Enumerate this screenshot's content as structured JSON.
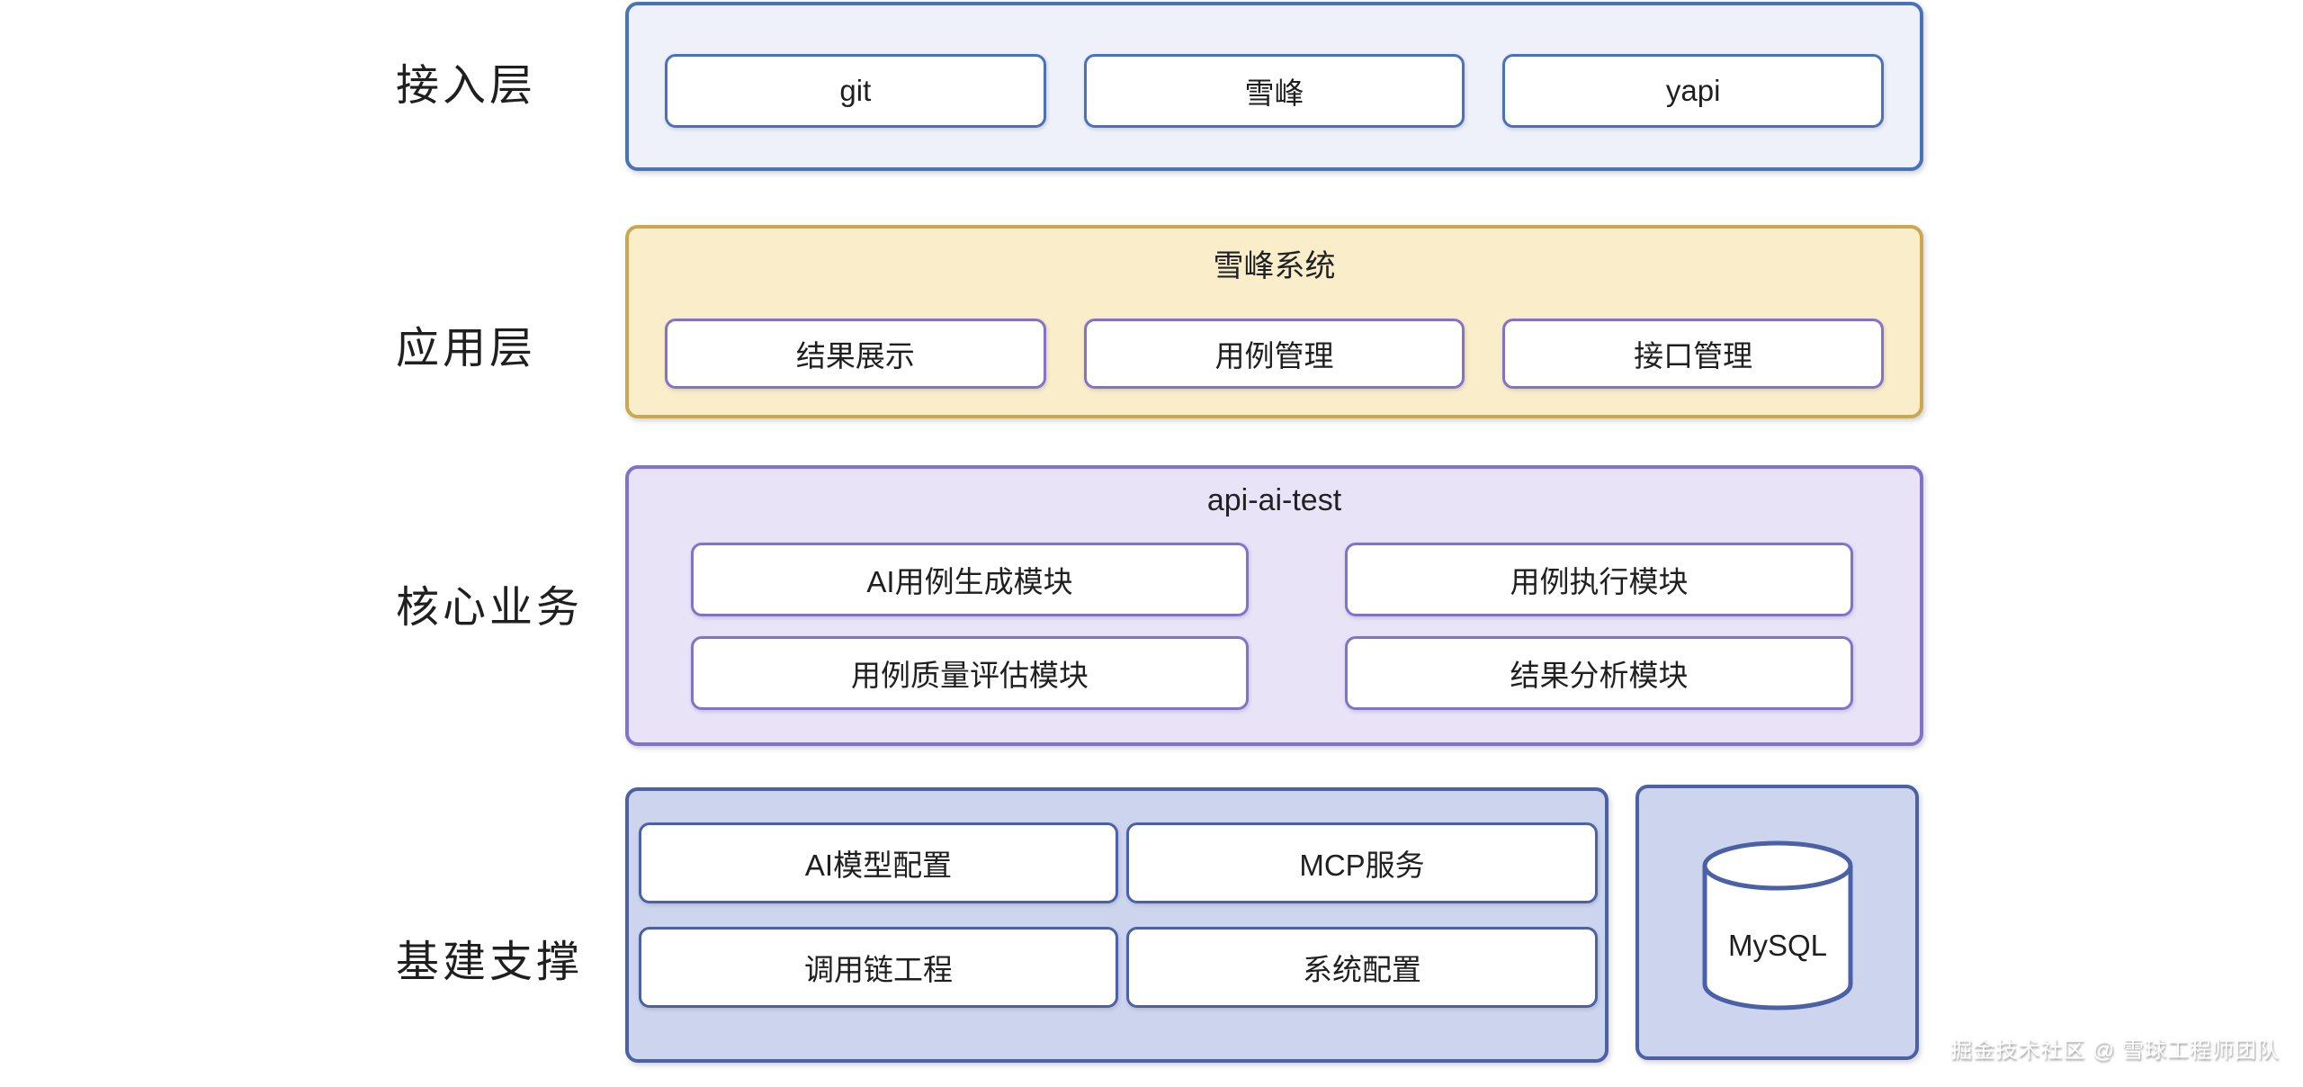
{
  "watermark": "掘金技术社区 @ 雪球工程师团队",
  "colors": {
    "access_border": "#4a72b8",
    "access_fill": "#eef1fa",
    "app_border": "#c9a850",
    "app_fill": "#faeeca",
    "purple_border": "#8173ca",
    "core_fill": "#e9e3f8",
    "infra_border": "#4b61a5",
    "infra_fill": "#cdd5ee",
    "text": "#1f1f1f"
  },
  "layers": [
    {
      "label": "接入层",
      "boxes": [
        "git",
        "雪峰",
        "yapi"
      ]
    },
    {
      "label": "应用层",
      "title": "雪峰系统",
      "boxes": [
        "结果展示",
        "用例管理",
        "接口管理"
      ]
    },
    {
      "label": "核心业务",
      "title": "api-ai-test",
      "boxes": [
        "AI用例生成模块",
        "用例执行模块",
        "用例质量评估模块",
        "结果分析模块"
      ]
    },
    {
      "label": "基建支撑",
      "boxes": [
        "AI模型配置",
        "MCP服务",
        "调用链工程",
        "系统配置"
      ],
      "database": "MySQL"
    }
  ]
}
